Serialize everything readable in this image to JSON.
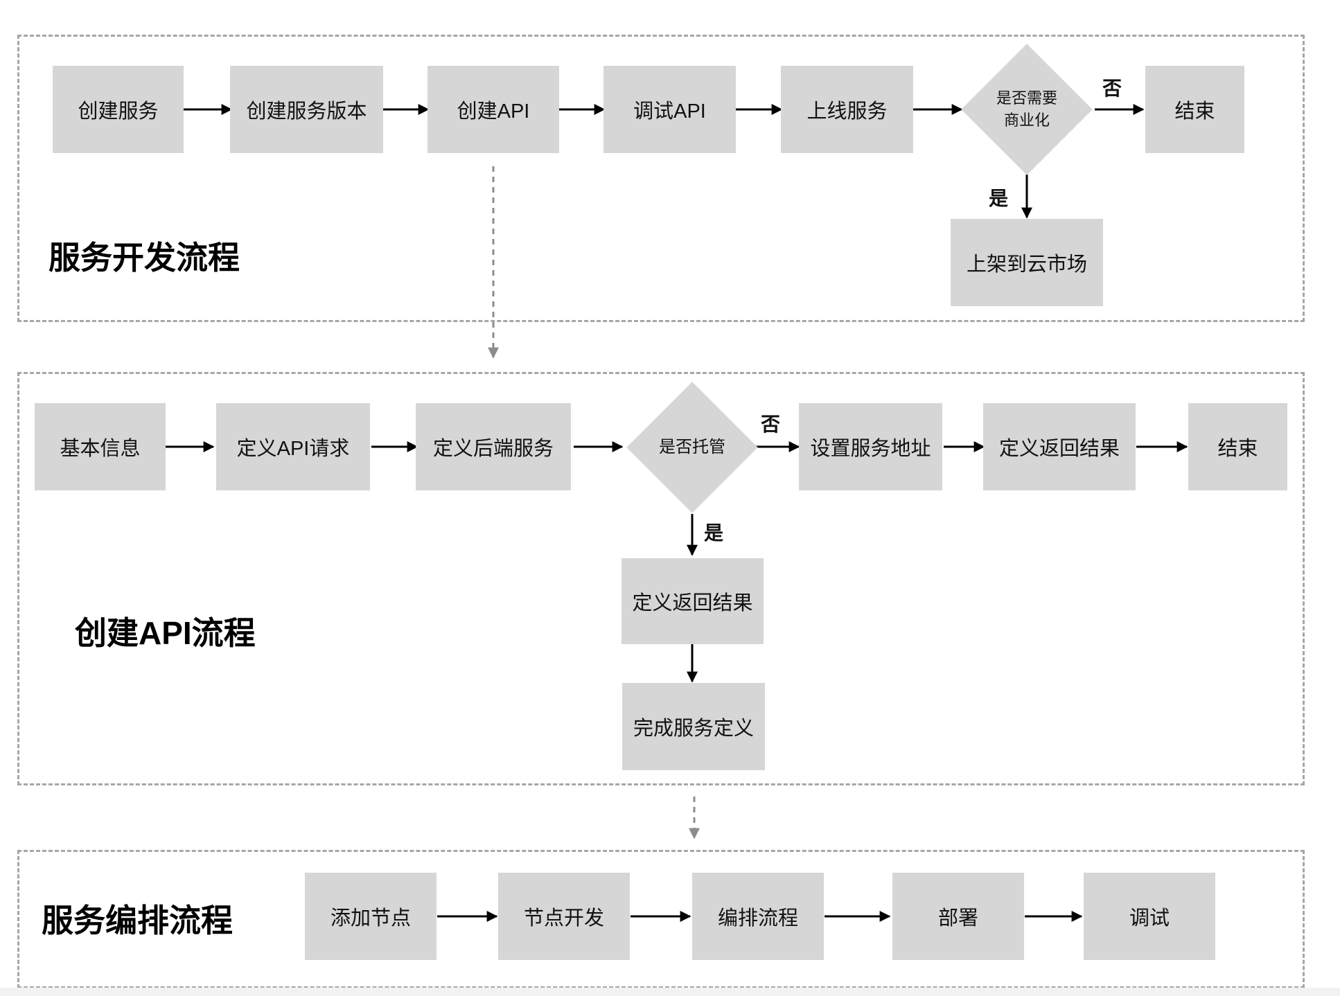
{
  "colors": {
    "node_fill": "#d6d6d6",
    "arrow": "#000000",
    "dashed_connector": "#8c8c8c",
    "group_border": "#a6a6a6"
  },
  "dev": {
    "title": "服务开发流程",
    "nodes": [
      "创建服务",
      "创建服务版本",
      "创建API",
      "调试API",
      "上线服务"
    ],
    "decision": [
      "是否需要",
      "商业化"
    ],
    "no_label": "否",
    "yes_label": "是",
    "end": "结束",
    "market": "上架到云市场"
  },
  "api": {
    "title": "创建API流程",
    "nodes": [
      "基本信息",
      "定义API请求",
      "定义后端服务"
    ],
    "decision": "是否托管",
    "no_label": "否",
    "yes_label": "是",
    "right_nodes": [
      "设置服务地址",
      "定义返回结果"
    ],
    "end": "结束",
    "down_nodes": [
      "定义返回结果",
      "完成服务定义"
    ]
  },
  "orch": {
    "title": "服务编排流程",
    "nodes": [
      "添加节点",
      "节点开发",
      "编排流程",
      "部署",
      "调试"
    ]
  }
}
